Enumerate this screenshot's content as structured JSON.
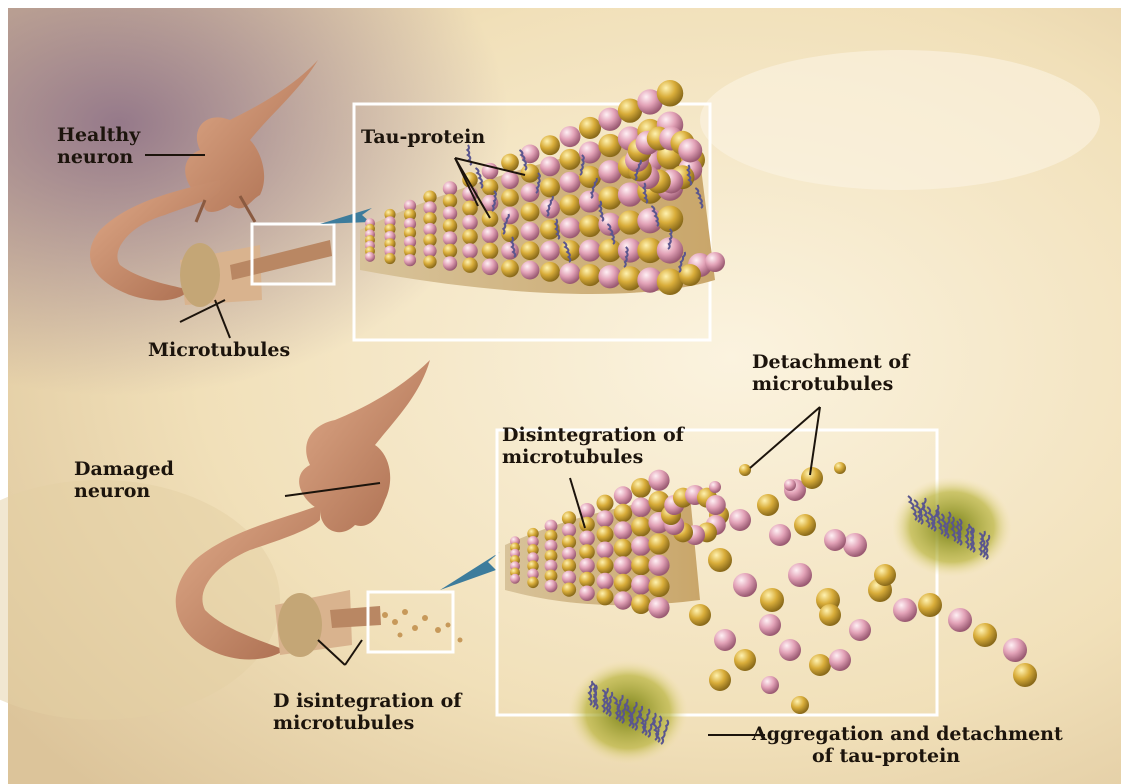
{
  "labels": {
    "healthy_neuron": [
      "Healthy",
      "neuron"
    ],
    "tau_protein": "Tau-protein",
    "microtubules": "Microtubules",
    "detachment": [
      "Detachment of",
      "microtubules"
    ],
    "disintegration_top": [
      "Disintegration of",
      "microtubules"
    ],
    "damaged_neuron": [
      "Damaged",
      "neuron"
    ],
    "disintegration_bottom": [
      "D isintegration of",
      "microtubules"
    ],
    "aggregation": [
      "Aggregation and detachment",
      "of tau-protein"
    ]
  },
  "colors": {
    "background": "#f3e6c6",
    "neuron": "#c98a66",
    "bead_gold": "#d6ae3c",
    "bead_pink": "#e4a7bb",
    "tau_strand": "#5a568e",
    "aggregate_glow": "#9a9a16",
    "arrow": "#3d7c9c",
    "frame": "#ffffff"
  }
}
